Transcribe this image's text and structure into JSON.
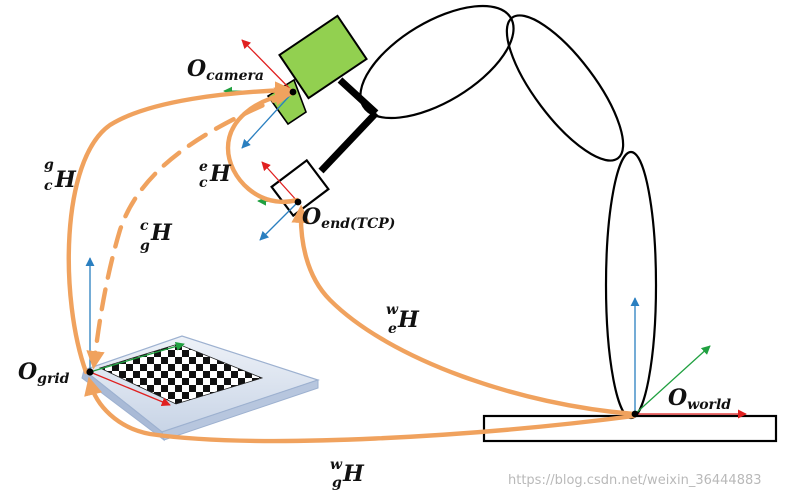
{
  "labels": {
    "o_camera": {
      "main": "O",
      "sub": "camera"
    },
    "o_end": {
      "main": "O",
      "sub": "end(TCP)"
    },
    "o_grid": {
      "main": "O",
      "sub": "grid"
    },
    "o_world": {
      "main": "O",
      "sub": "world"
    },
    "h_grid_camera": {
      "sup": "g",
      "sub": "c",
      "main": "H"
    },
    "h_camera_grid": {
      "sup": "c",
      "sub": "g",
      "main": "H"
    },
    "h_end_camera": {
      "sup": "e",
      "sub": "c",
      "main": "H"
    },
    "h_world_end": {
      "sup": "w",
      "sub": "e",
      "main": "H"
    },
    "h_world_grid": {
      "sup": "w",
      "sub": "g",
      "main": "H"
    }
  },
  "watermark": "https://blog.csdn.net/weixin_36444883",
  "colors": {
    "arc": "#f4a460",
    "arc_stroke": "#f0a25e",
    "camera": "#92d050",
    "axis_red": "#e02020",
    "axis_green": "#20a040",
    "axis_blue": "#2a7fc0",
    "robot": "#000000"
  }
}
